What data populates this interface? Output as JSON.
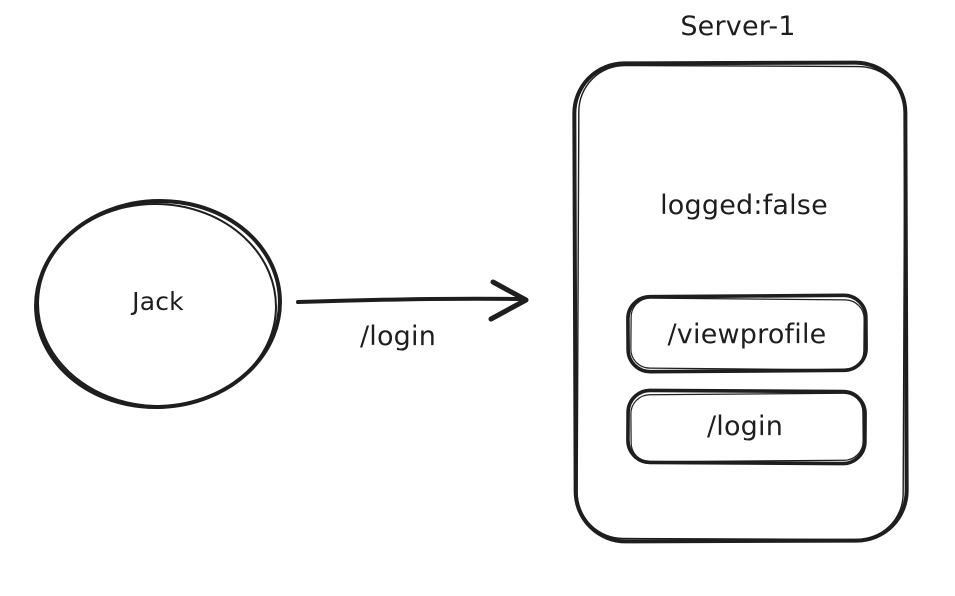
{
  "colors": {
    "stroke": "#1e1e1e",
    "canvas_bg": "#ffffff"
  },
  "actor": {
    "label": "Jack"
  },
  "arrow": {
    "label": "/login"
  },
  "server": {
    "title": "Server-1",
    "status": "logged:false",
    "endpoints": [
      {
        "label": "/viewprofile"
      },
      {
        "label": "/login"
      }
    ]
  }
}
